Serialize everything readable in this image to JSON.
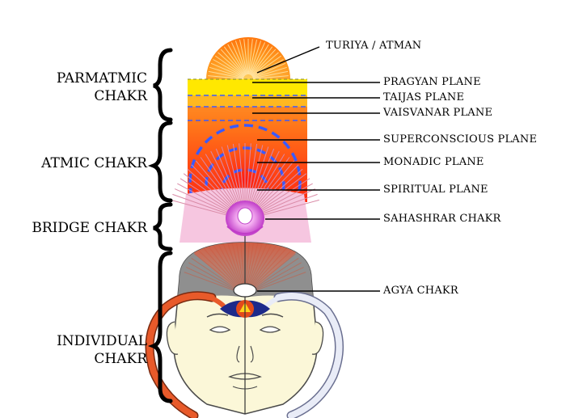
{
  "groups": [
    {
      "line1": "PARMATMIC",
      "line2": "CHAKR"
    },
    {
      "line1": "ATMIC CHAKR"
    },
    {
      "line1": "BRIDGE CHAKR"
    },
    {
      "line1": "INDIVIDUAL",
      "line2": "CHAKR"
    }
  ],
  "labels": [
    "TURIYA / ATMAN",
    "PRAGYAN PLANE",
    "TAIJAS PLANE",
    "VAISVANAR PLANE",
    "SUPERCONSCIOUS PLANE",
    "MONADIC PLANE",
    "SPIRITUAL PLANE",
    "SAHASHRAR CHAKR",
    "AGYA CHAKR"
  ],
  "colors": {
    "sun": "#ff8c1a",
    "yellow_band": "#ffe800",
    "orange": "#ff7a1a",
    "red": "#ff2a10",
    "ring_blue": "#3a5aff",
    "fan_pink": "#f6c6e0",
    "crown_purple": "#c03cc8",
    "head_gray": "#8f8f8f",
    "face": "#fbf7d8",
    "snake_red": "#e85a2a",
    "snake_white": "#e9ecf7",
    "agya_blue": "#1d2a8a"
  }
}
